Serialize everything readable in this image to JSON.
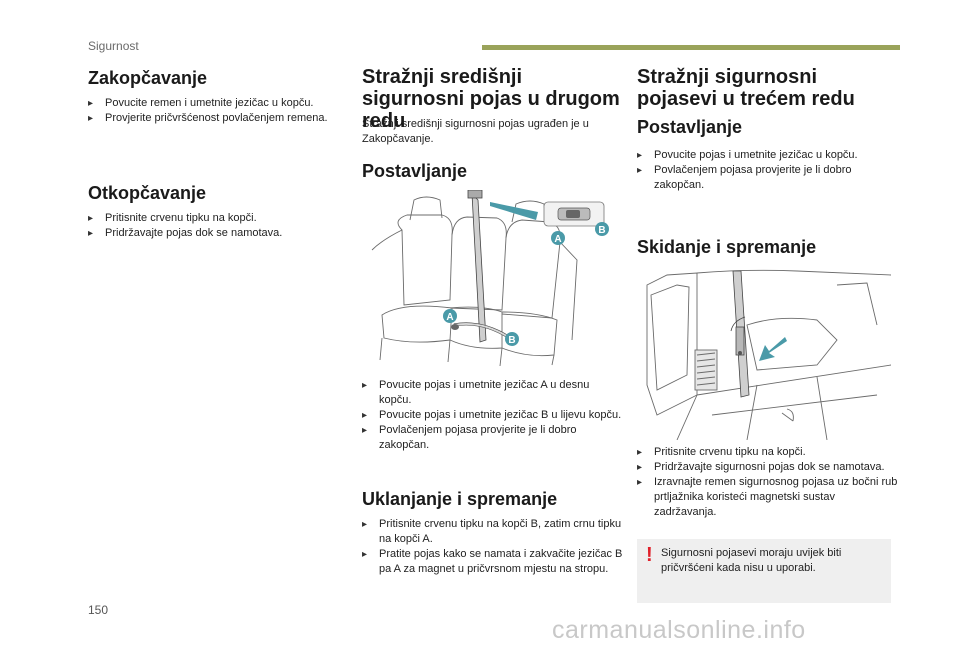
{
  "header": {
    "section": "Sigurnost"
  },
  "col1": {
    "locking_title": "Zakopčavanje",
    "locking_items": [
      "Povucite remen i umetnite jezičac u kopču.",
      "Provjerite pričvršćenost povlačenjem remena."
    ],
    "unlocking_title": "Otkopčavanje",
    "unlocking_items": [
      "Pritisnite crvenu tipku na kopči.",
      "Pridržavajte pojas dok se namotava."
    ]
  },
  "col2": {
    "title": "Stražnji središnji sigurnosni pojas u drugom redu",
    "intro": "Stražnji središnji sigurnosni pojas ugrađen je u Zakopčavanje.",
    "fitting_title": "Postavljanje",
    "figure_labels": {
      "a": "A",
      "b": "B"
    },
    "fitting_items": [
      "Povucite pojas i umetnite jezičac A u desnu kopču.",
      "Povucite pojas i umetnite jezičac B u lijevu kopču.",
      "Povlačenjem pojasa provjerite je li dobro zakopčan."
    ],
    "removal_title": "Uklanjanje i spremanje",
    "removal_items": [
      "Pritisnite crvenu tipku na kopči B, zatim crnu tipku na kopči A.",
      "Pratite pojas kako se namata i zakvačite jezičac B pa A za magnet u pričvrsnom mjestu na stropu."
    ]
  },
  "col3": {
    "title": "Stražnji sigurnosni pojasevi u trećem redu",
    "fitting_title": "Postavljanje",
    "fitting_items": [
      "Povucite pojas i umetnite jezičac u kopču.",
      "Povlačenjem pojasa provjerite je li dobro zakopčan."
    ],
    "removal_title": "Skidanje i spremanje",
    "removal_items": [
      "Pritisnite crvenu tipku na kopči.",
      "Pridržavajte sigurnosni pojas dok se namotava.",
      "Izravnajte remen sigurnosnog pojasa uz bočni rub prtljažnika koristeći magnetski sustav zadržavanja."
    ],
    "warning": "Sigurnosni pojasevi moraju uvijek biti pričvršćeni kada nisu u uporabi.",
    "warning_mark": "!"
  },
  "footer": {
    "page_number": "150",
    "watermark": "carmanualsonline.info"
  },
  "colors": {
    "accent_bar": "#9aa35a",
    "label_badge": "#4a9aa8",
    "warning_mark": "#e0202a",
    "warning_bg": "#efefef"
  },
  "icons": {
    "bullet": "bullet-marker-icon"
  }
}
